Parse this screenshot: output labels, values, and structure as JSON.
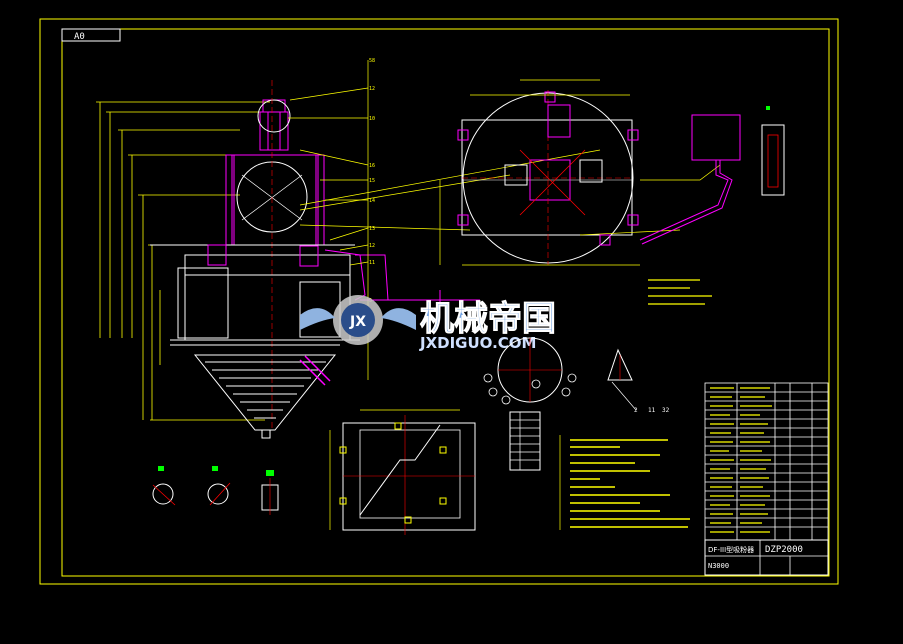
{
  "sheet": {
    "size_label": "A0"
  },
  "watermark": {
    "title_cn": "机械帝国",
    "url": "JXDIGUO.COM",
    "logo_text": "JX"
  },
  "section_mark": {
    "numbers": [
      "2",
      "11",
      "32"
    ]
  },
  "title_block": {
    "name": "DF-III型吸粉器",
    "drawing_no": "DZP2000",
    "scale": "N3000"
  },
  "colors": {
    "background": "#000000",
    "border": "#ffff00",
    "structure": "#ffffff",
    "magenta": "#ff00ff",
    "red": "#ff0000",
    "green": "#00ff00",
    "yellow": "#ffff00"
  }
}
